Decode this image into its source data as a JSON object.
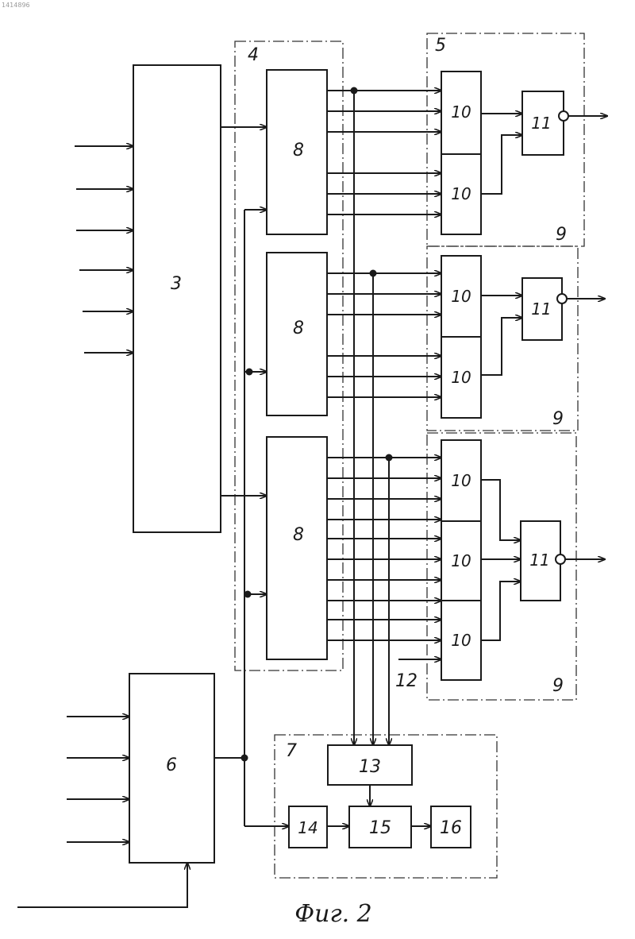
{
  "header": {
    "doc_number": "1414896"
  },
  "blocks": {
    "b3": "3",
    "b4": "4",
    "b5": "5",
    "b6": "6",
    "b7": "7",
    "b8": "8",
    "b9": "9",
    "b10": "10",
    "b11": "11",
    "b12": "12",
    "b13": "13",
    "b14": "14",
    "b15": "15",
    "b16": "16"
  },
  "caption": "Фиг. 2"
}
